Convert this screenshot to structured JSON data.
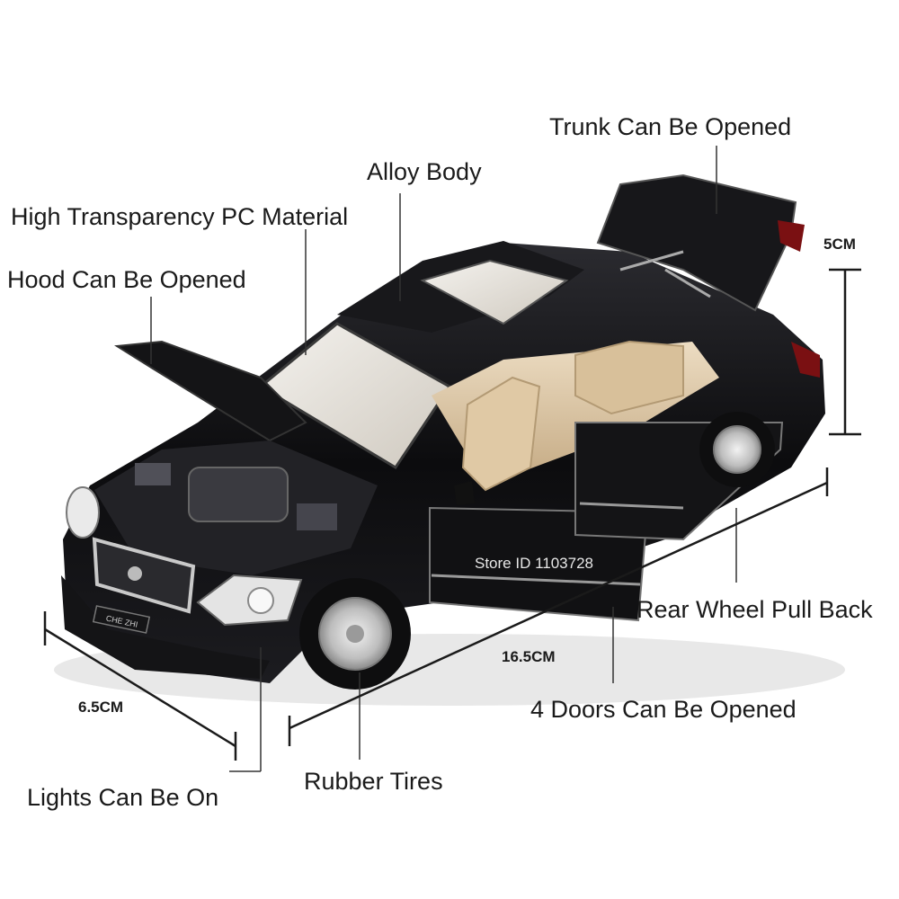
{
  "callouts": {
    "trunk": "Trunk Can Be Opened",
    "alloy": "Alloy Body",
    "pc_material": "High Transparency PC Material",
    "hood": "Hood Can Be Opened",
    "rear_wheel": "Rear Wheel Pull Back",
    "doors": "4 Doors Can Be Opened",
    "tires": "Rubber Tires",
    "lights": "Lights Can Be On"
  },
  "dimensions": {
    "height": "5CM",
    "length": "16.5CM",
    "width": "6.5CM"
  },
  "watermark": "Store ID 1103728",
  "plate_text": "CHE ZHI",
  "colors": {
    "car_body": "#0c0c0e",
    "interior": "#d9c2a0",
    "text": "#1a1a1a"
  }
}
